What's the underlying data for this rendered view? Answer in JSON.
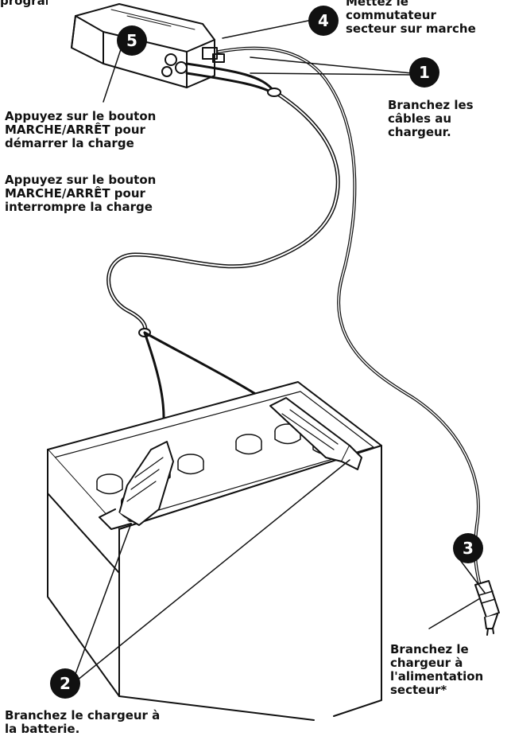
{
  "heading_fragment": "programme",
  "steps": {
    "one": {
      "number": "1",
      "text": "Branchez les\ncâbles au\nchargeur."
    },
    "two": {
      "number": "2",
      "text": "Branchez le chargeur à\nla batterie."
    },
    "three": {
      "number": "3",
      "text": "Branchez le\nchargeur à\nl'alimentation\nsecteur*"
    },
    "four": {
      "number": "4",
      "text": "Mettez le\ncommutateur\nsecteur sur marche"
    },
    "five": {
      "number": "5",
      "text_start": "Appuyez sur le bouton\nMARCHE/ARRÊT pour\ndémarrer la charge",
      "text_stop": "Appuyez sur le bouton\nMARCHE/ARRÊT pour\ninterrompre la charge"
    }
  },
  "colors": {
    "ink": "#111111",
    "paper": "#ffffff",
    "badge_text": "#ffffff"
  }
}
